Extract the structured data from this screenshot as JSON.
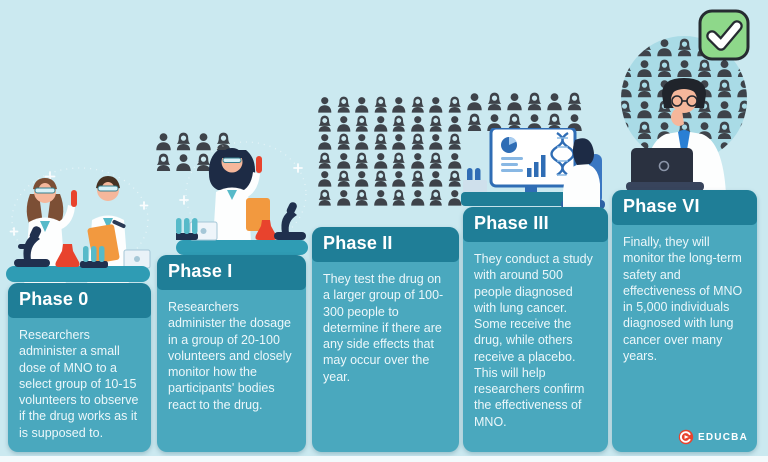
{
  "theme": {
    "bg": "#cbe9f0",
    "panel": "#4aa8be",
    "header": "#1f7e97",
    "icon": "#3e434a",
    "circle": "#a9dbe6",
    "green": "#8ed88a",
    "red": "#e8432d"
  },
  "phases": [
    {
      "title": "Phase 0",
      "description": "Researchers administer a small dose of MNO to a select group of 10-15 volunteers to observe if the drug works as it is supposed to."
    },
    {
      "title": "Phase I",
      "description": "Researchers administer the dosage in a group of 20-100 volunteers and closely monitor how the participants' bodies react to the drug."
    },
    {
      "title": "Phase II",
      "description": "They test the drug on a larger group of 100-300 people to determine if there are any side effects that may occur over the year."
    },
    {
      "title": "Phase III",
      "description": "They conduct a study with around 500 people diagnosed with lung cancer. Some receive the drug, while others receive a placebo. This will help researchers confirm the effectiveness of MNO."
    },
    {
      "title": "Phase VI",
      "description": "Finally, they will monitor the long-term safety and effectiveness of MNO in 5,000 individuals diagnosed with lung cancer over many years."
    }
  ],
  "crowds": {
    "phase_i": {
      "rows": 2,
      "cols": 4
    },
    "phase_ii": {
      "rows": 6,
      "cols": 8
    },
    "phase_iii": {
      "rows": 2,
      "cols": 6
    },
    "phase_vi": {
      "rows": 6,
      "cols": 7
    }
  },
  "logo": {
    "text": "EDUCBA"
  }
}
